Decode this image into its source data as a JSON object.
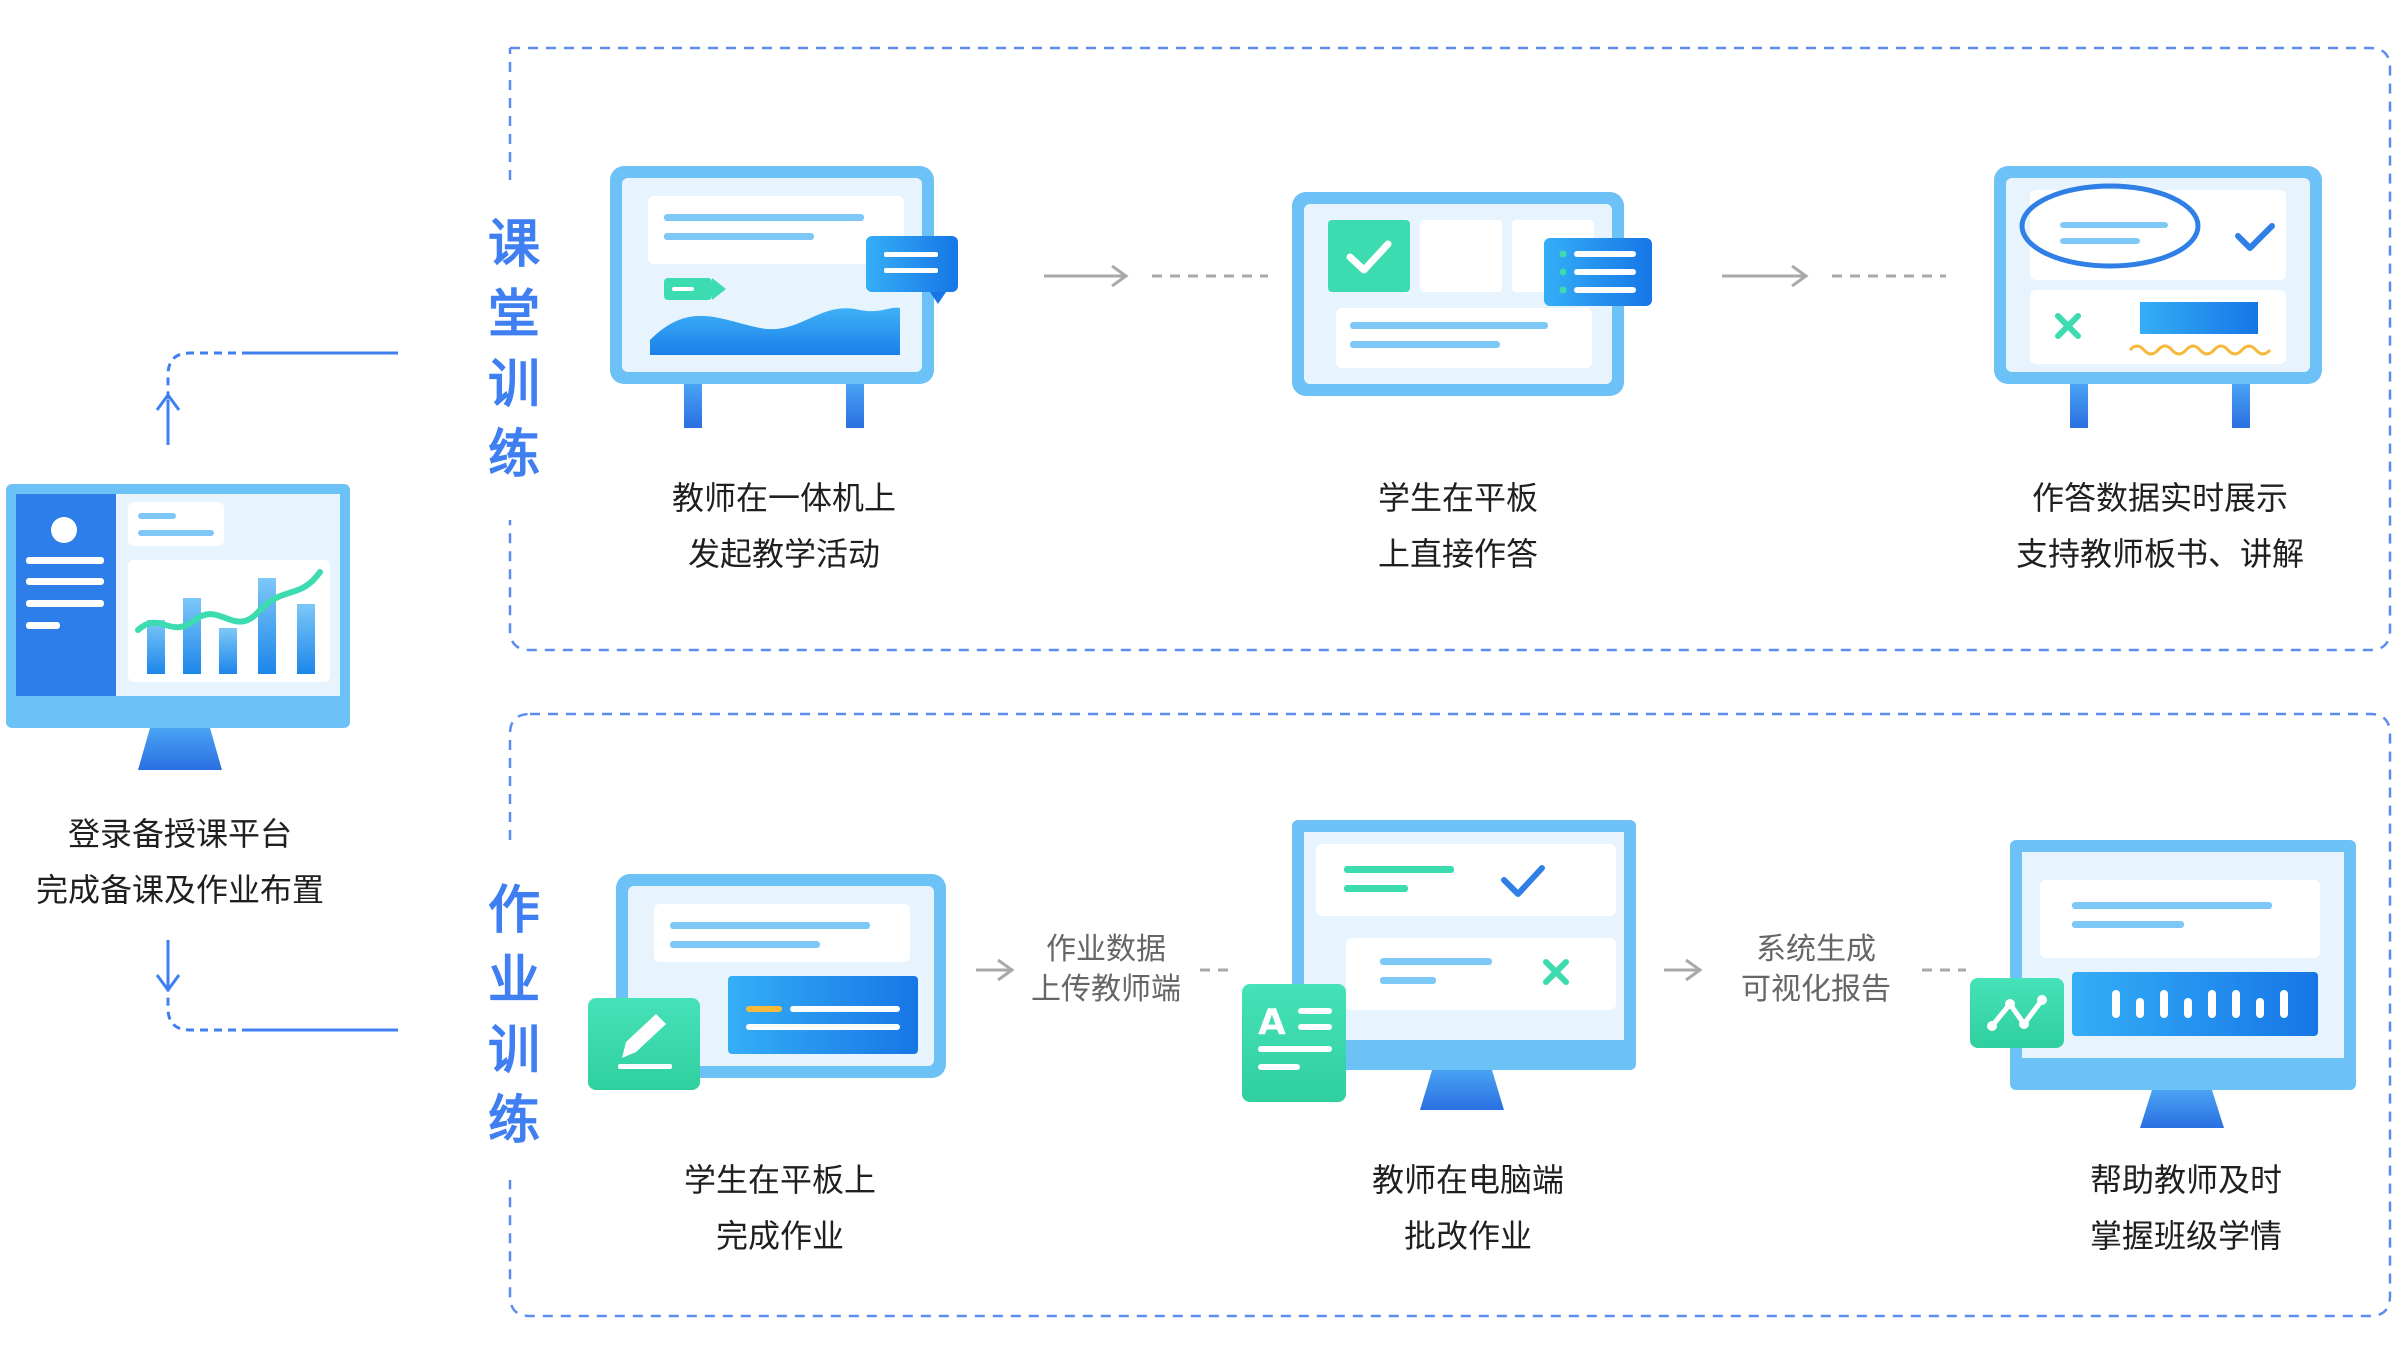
{
  "colors": {
    "accent": "#3f7ff1",
    "dashed_border": "#5b8def",
    "screen_frame": "#6cc1f6",
    "screen_fill": "#e8f4fd",
    "card_line": "#7dc8f7",
    "green": "#3ddbb0",
    "check_blue": "#2f7fe6",
    "arrow_gray": "#a9a9a9",
    "text": "#1f1f1f"
  },
  "left": {
    "caption_lines": [
      "登录备授课平台",
      "完成备课及作业布置"
    ]
  },
  "classroom": {
    "title_chars": [
      "课",
      "堂",
      "训",
      "练"
    ],
    "steps": [
      {
        "lines": [
          "教师在一体机上",
          "发起教学活动"
        ],
        "icons": [
          "whiteboard-icon",
          "message-icon",
          "tag-icon",
          "area-chart-icon"
        ]
      },
      {
        "lines": [
          "学生在平板",
          "上直接作答"
        ],
        "icons": [
          "tablet-icon",
          "check-icon",
          "list-icon"
        ]
      },
      {
        "lines": [
          "作答数据实时展示",
          "支持教师板书、讲解"
        ],
        "icons": [
          "whiteboard-icon",
          "check-icon",
          "cross-icon",
          "wave-underline-icon"
        ]
      }
    ]
  },
  "homework": {
    "title_chars": [
      "作",
      "业",
      "训",
      "练"
    ],
    "steps": [
      {
        "lines": [
          "学生在平板上",
          "完成作业"
        ],
        "icons": [
          "tablet-icon",
          "pen-icon"
        ]
      },
      {
        "lines": [
          "教师在电脑端",
          "批改作业"
        ],
        "icons": [
          "monitor-icon",
          "check-icon",
          "cross-icon",
          "text-format-icon"
        ]
      },
      {
        "lines": [
          "帮助教师及时",
          "掌握班级学情"
        ],
        "icons": [
          "monitor-icon",
          "trend-icon",
          "bar-chart-icon"
        ]
      }
    ],
    "connectors": [
      {
        "lines": [
          "作业数据",
          "上传教师端"
        ]
      },
      {
        "lines": [
          "系统生成",
          "可视化报告"
        ]
      }
    ]
  }
}
